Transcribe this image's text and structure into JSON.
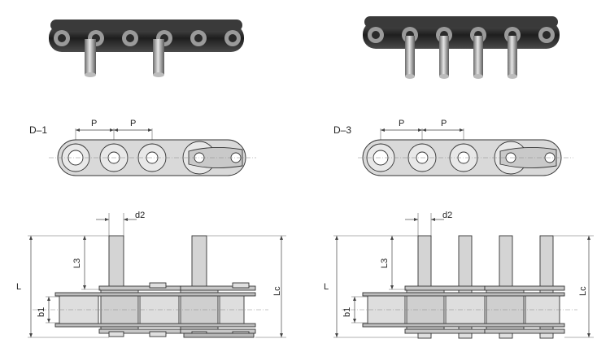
{
  "colors": {
    "plate_fill": "#d9d9d9",
    "plate_stroke": "#333333",
    "pin_fill": "#cfcfcf",
    "photo_dark": "#2a2a2a",
    "photo_mid": "#7a7a7a",
    "photo_light": "#c8c8c8"
  },
  "left": {
    "title": "D–1",
    "pitch_label_1": "P",
    "pitch_label_2": "P",
    "label_d2": "d2",
    "label_L3": "L3",
    "label_L": "L",
    "label_b1": "b1",
    "label_Lc": "Lc"
  },
  "right": {
    "title": "D–3",
    "pitch_label_1": "P",
    "pitch_label_2": "P",
    "label_d2": "d2",
    "label_L3": "L3",
    "label_L": "L",
    "label_b1": "b1",
    "label_Lc": "Lc"
  }
}
